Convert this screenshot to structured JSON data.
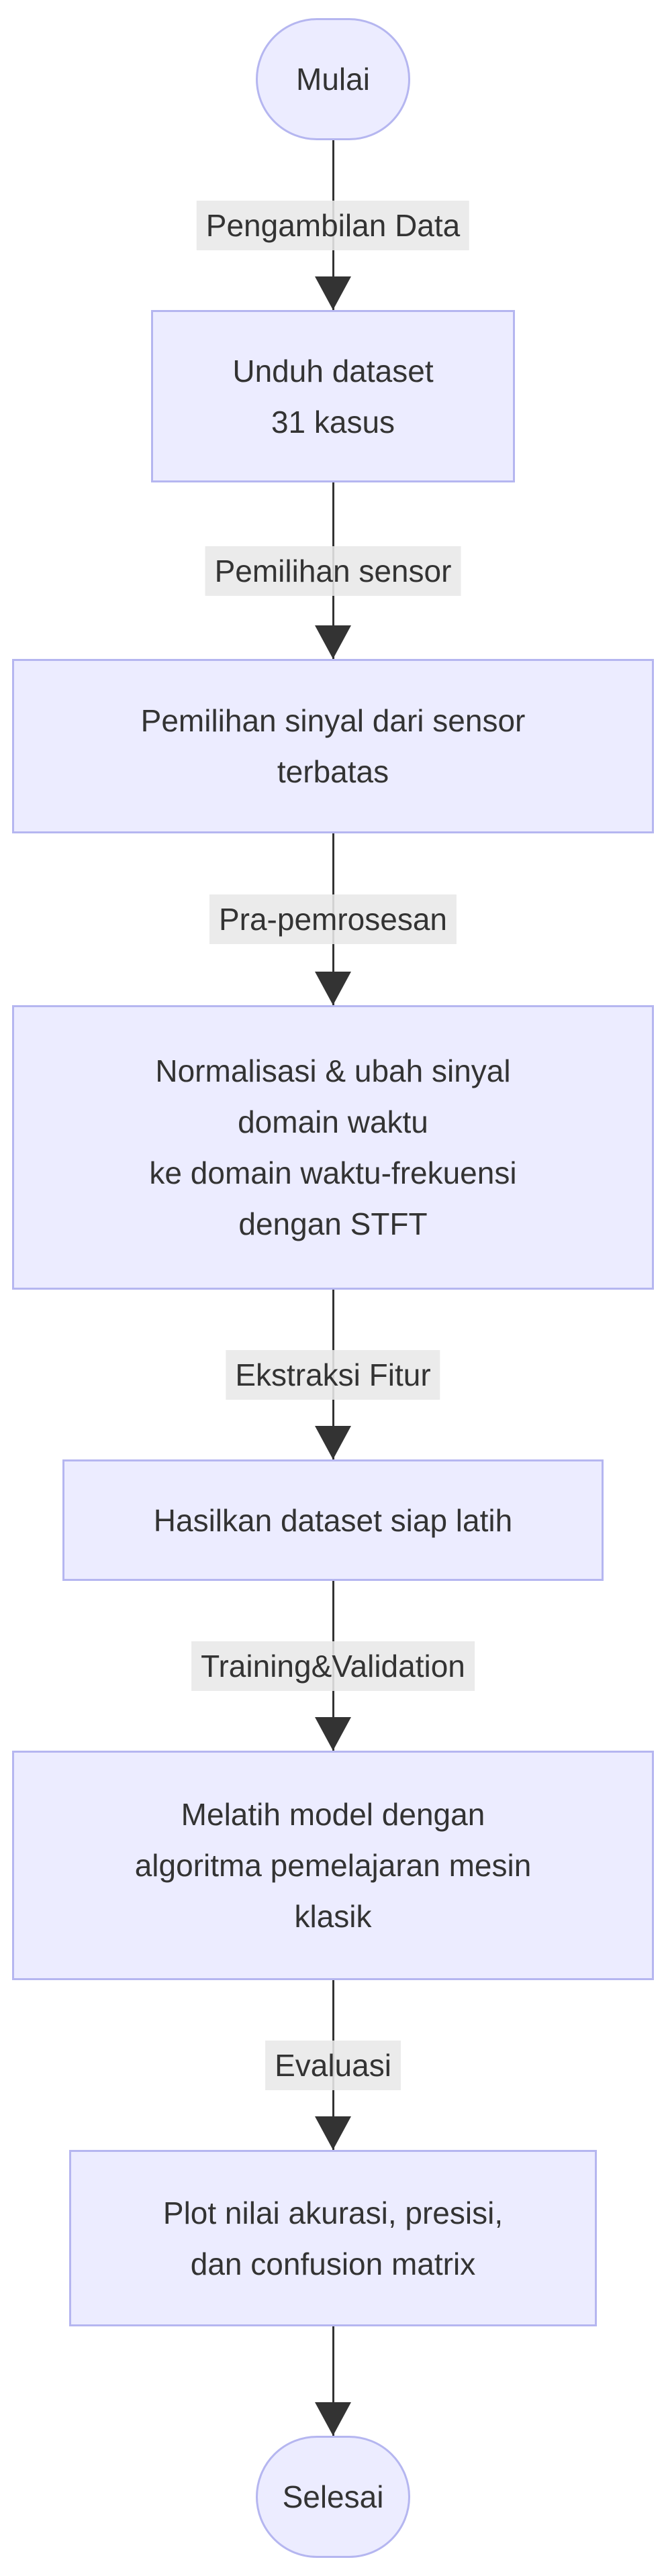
{
  "diagram": {
    "type": "flowchart",
    "direction": "top-down",
    "colors": {
      "node_fill": "#ECECFF",
      "node_border": "#B5B6F0",
      "edge_line": "#333333",
      "arrowhead": "#333333",
      "edge_label_bg": "#E8E8E8",
      "text": "#333333",
      "background": "#FFFFFF"
    },
    "nodes": [
      {
        "id": "start",
        "shape": "stadium",
        "lines": [
          "Mulai"
        ]
      },
      {
        "id": "download-dataset",
        "shape": "rect",
        "lines": [
          "Unduh dataset",
          "31 kasus"
        ]
      },
      {
        "id": "signal-selection",
        "shape": "rect",
        "lines": [
          "Pemilihan sinyal dari sensor",
          "terbatas"
        ]
      },
      {
        "id": "preprocessing",
        "shape": "rect",
        "lines": [
          "Normalisasi & ubah sinyal",
          "domain waktu",
          "ke domain waktu-frekuensi",
          "dengan STFT"
        ]
      },
      {
        "id": "dataset-ready",
        "shape": "rect",
        "lines": [
          "Hasilkan dataset siap latih"
        ]
      },
      {
        "id": "train-model",
        "shape": "rect",
        "lines": [
          "Melatih model dengan",
          "algoritma pemelajaran mesin",
          "klasik"
        ]
      },
      {
        "id": "evaluation-plot",
        "shape": "rect",
        "lines": [
          "Plot nilai akurasi, presisi,",
          "dan confusion matrix"
        ]
      },
      {
        "id": "end",
        "shape": "stadium",
        "lines": [
          "Selesai"
        ]
      }
    ],
    "edges": [
      {
        "from": "start",
        "to": "download-dataset",
        "label": "Pengambilan Data"
      },
      {
        "from": "download-dataset",
        "to": "signal-selection",
        "label": "Pemilihan sensor"
      },
      {
        "from": "signal-selection",
        "to": "preprocessing",
        "label": "Pra-pemrosesan"
      },
      {
        "from": "preprocessing",
        "to": "dataset-ready",
        "label": "Ekstraksi Fitur"
      },
      {
        "from": "dataset-ready",
        "to": "train-model",
        "label": "Training&Validation"
      },
      {
        "from": "train-model",
        "to": "evaluation-plot",
        "label": "Evaluasi"
      },
      {
        "from": "evaluation-plot",
        "to": "end",
        "label": ""
      }
    ]
  }
}
